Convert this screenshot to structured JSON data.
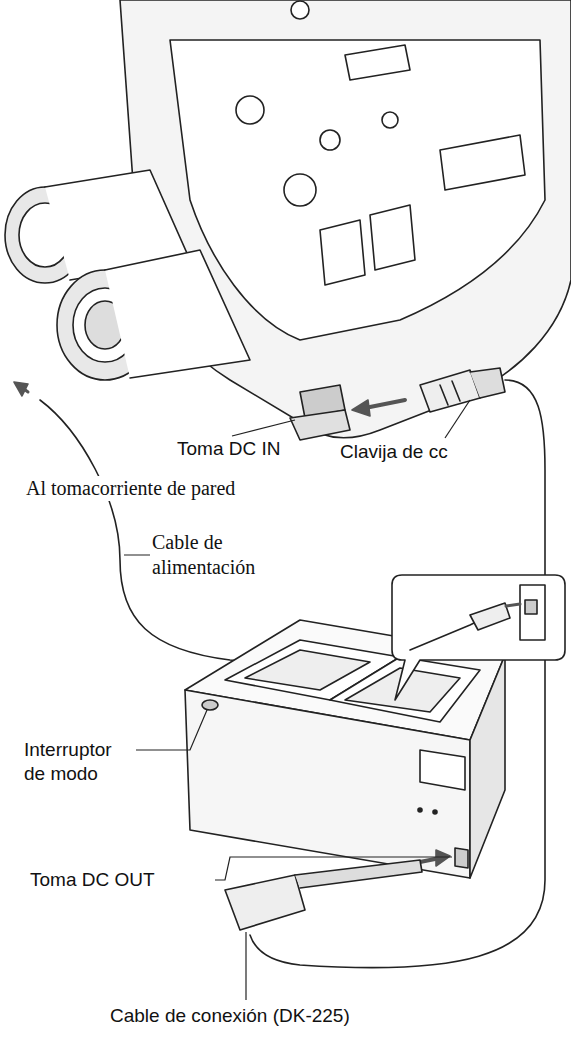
{
  "diagram": {
    "labels": [
      "Toma DC IN",
      "Clavija de cc",
      "Al tomacorriente de pared",
      "Cable de alimentación",
      "Interruptor de modo",
      "Toma DC OUT",
      "Cable de conexión (DK-225)"
    ]
  }
}
